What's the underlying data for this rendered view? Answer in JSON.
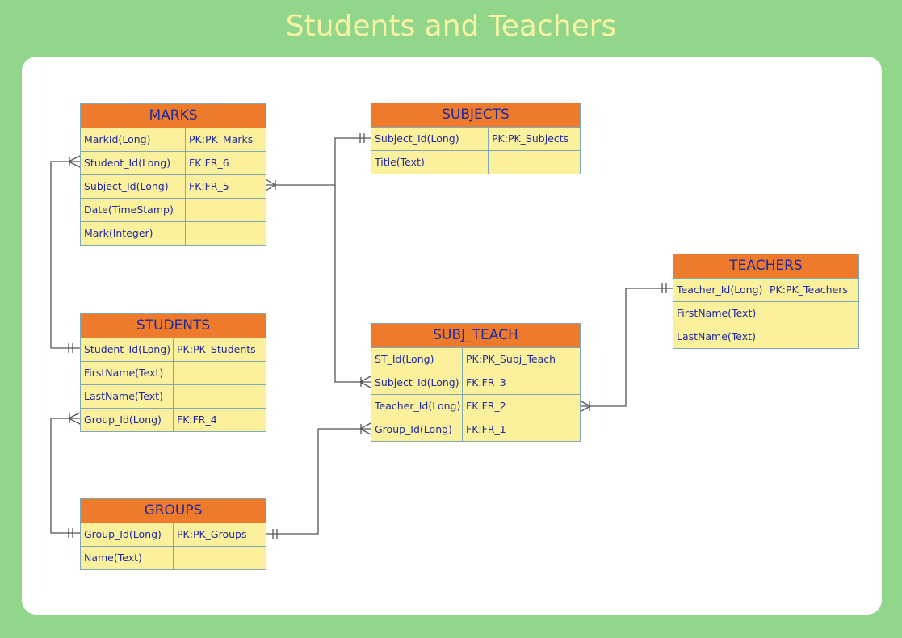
{
  "title": "Students and Teachers",
  "colors": {
    "background": "#92d68c",
    "header": "#ed7b2b",
    "row": "#fbf09b",
    "text": "#1f2aa0",
    "title": "#f7f3a2"
  },
  "tables": [
    {
      "id": "marks",
      "name": "MARKS",
      "rows": [
        [
          "MarkId(Long)",
          "PK:PK_Marks"
        ],
        [
          "Student_Id(Long)",
          "FK:FR_6"
        ],
        [
          "Subject_Id(Long)",
          "FK:FR_5"
        ],
        [
          "Date(TimeStamp)",
          ""
        ],
        [
          "Mark(Integer)",
          ""
        ]
      ]
    },
    {
      "id": "subjects",
      "name": "SUBJECTS",
      "rows": [
        [
          "Subject_Id(Long)",
          "PK:PK_Subjects"
        ],
        [
          "Title(Text)",
          ""
        ]
      ]
    },
    {
      "id": "teachers",
      "name": "TEACHERS",
      "rows": [
        [
          "Teacher_Id(Long)",
          "PK:PK_Teachers"
        ],
        [
          "FirstName(Text)",
          ""
        ],
        [
          "LastName(Text)",
          ""
        ]
      ]
    },
    {
      "id": "students",
      "name": "STUDENTS",
      "rows": [
        [
          "Student_Id(Long)",
          "PK:PK_Students"
        ],
        [
          "FirstName(Text)",
          ""
        ],
        [
          "LastName(Text)",
          ""
        ],
        [
          "Group_Id(Long)",
          "FK:FR_4"
        ]
      ]
    },
    {
      "id": "subj_teach",
      "name": "SUBJ_TEACH",
      "rows": [
        [
          "ST_Id(Long)",
          "PK:PK_Subj_Teach"
        ],
        [
          "Subject_Id(Long)",
          "FK:FR_3"
        ],
        [
          "Teacher_Id(Long)",
          "FK:FR_2"
        ],
        [
          "Group_Id(Long)",
          "FK:FR_1"
        ]
      ]
    },
    {
      "id": "groups",
      "name": "GROUPS",
      "rows": [
        [
          "Group_Id(Long)",
          "PK:PK_Groups"
        ],
        [
          "Name(Text)",
          ""
        ]
      ]
    }
  ],
  "relationships": [
    {
      "from": "STUDENTS.Student_Id",
      "to": "MARKS.Student_Id",
      "type": "one-to-many"
    },
    {
      "from": "SUBJECTS.Subject_Id",
      "to": "MARKS.Subject_Id",
      "type": "one-to-many"
    },
    {
      "from": "SUBJECTS.Subject_Id",
      "to": "SUBJ_TEACH.Subject_Id",
      "type": "one-to-many"
    },
    {
      "from": "GROUPS.Group_Id",
      "to": "STUDENTS.Group_Id",
      "type": "one-to-many"
    },
    {
      "from": "GROUPS.Group_Id",
      "to": "SUBJ_TEACH.Group_Id",
      "type": "one-to-many"
    },
    {
      "from": "TEACHERS.Teacher_Id",
      "to": "SUBJ_TEACH.Teacher_Id",
      "type": "one-to-many"
    }
  ]
}
